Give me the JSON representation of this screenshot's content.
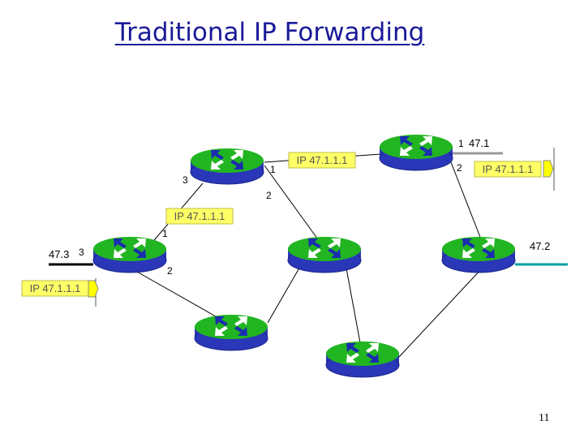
{
  "title": "Traditional IP Forwarding",
  "packet_label": "IP 47.1.1.1",
  "prefixes": {
    "top_right": "47.1",
    "left": "47.3",
    "right": "47.2"
  },
  "ports": {
    "top_left_router": [
      "3",
      "1",
      "2"
    ],
    "top_right_router": [
      "1",
      "2"
    ],
    "left_router": [
      "3",
      "1",
      "2"
    ]
  },
  "page_number": "11",
  "colors": {
    "router_top": "#22b522",
    "router_body": "#2a37b8",
    "packet_fill": "#ffff66",
    "title": "#1a1a99",
    "link_teal": "#00a0a0"
  }
}
